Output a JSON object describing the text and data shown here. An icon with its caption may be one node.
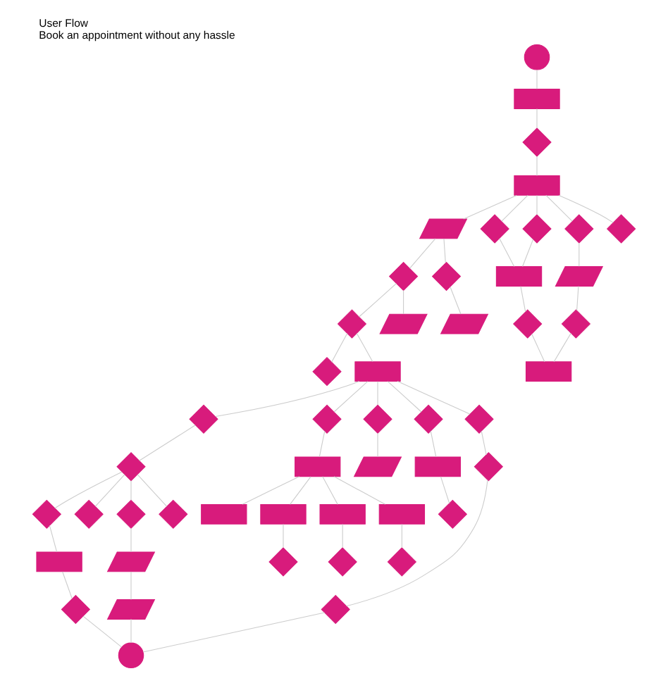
{
  "diagram": {
    "title": "User Flow",
    "caption": "Book an appointment without any hassle",
    "nodes": [
      {
        "text": [],
        "shape": "circle"
      },
      {
        "text": [],
        "shape": "box"
      },
      {
        "text": [],
        "shape": "diamond"
      },
      {
        "text": [],
        "shape": "box"
      },
      {
        "text": [],
        "shape": "parallelogram"
      },
      {
        "text": [],
        "shape": "diamond"
      },
      {
        "text": [],
        "shape": "diamond"
      },
      {
        "text": [],
        "shape": "diamond"
      },
      {
        "text": [],
        "shape": "diamond"
      },
      {
        "text": [],
        "shape": "diamond"
      },
      {
        "text": [],
        "shape": "diamond"
      },
      {
        "text": [],
        "shape": "diamond"
      },
      {
        "text": [],
        "shape": "diamond"
      },
      {
        "text": [],
        "shape": "box"
      },
      {
        "text": [],
        "shape": "parallelogram"
      },
      {
        "text": [],
        "shape": "diamond"
      },
      {
        "text": [],
        "shape": "diamond"
      },
      {
        "text": [],
        "shape": "parallelogram"
      },
      {
        "text": [],
        "shape": "parallelogram"
      },
      {
        "text": [],
        "shape": "box"
      },
      {
        "text": [],
        "shape": "box"
      },
      {
        "text": [],
        "shape": "diamond"
      },
      {
        "text": [],
        "shape": "diamond"
      },
      {
        "text": [],
        "shape": "diamond"
      },
      {
        "text": [],
        "shape": "diamond"
      },
      {
        "text": [],
        "shape": "diamond"
      },
      {
        "text": [],
        "shape": "diamond"
      },
      {
        "text": [],
        "shape": "box"
      },
      {
        "text": [],
        "shape": "parallelogram"
      },
      {
        "text": [],
        "shape": "parallelogram"
      },
      {
        "text": [],
        "shape": "diamond"
      },
      {
        "text": [],
        "shape": "diamond"
      },
      {
        "text": [],
        "shape": "diamond"
      },
      {
        "text": [],
        "shape": "diamond"
      },
      {
        "text": [],
        "shape": "diamond"
      },
      {
        "text": [],
        "shape": "box"
      },
      {
        "text": [],
        "shape": "parallelogram"
      },
      {
        "text": [],
        "shape": "diamond"
      },
      {
        "text": [],
        "shape": "box"
      },
      {
        "text": [],
        "shape": "box"
      },
      {
        "text": [],
        "shape": "box"
      },
      {
        "text": [],
        "shape": "box"
      },
      {
        "text": [],
        "shape": "box"
      },
      {
        "text": [],
        "shape": "diamond"
      },
      {
        "text": [],
        "shape": "diamond"
      },
      {
        "text": [],
        "shape": "diamond"
      },
      {
        "text": [],
        "shape": "diamond"
      },
      {
        "text": [],
        "shape": "diamond"
      },
      {
        "text": [],
        "shape": "circle"
      }
    ],
    "edges": [
      {
        "from": 0,
        "to": 1,
        "arrow": "none"
      },
      {
        "from": 1,
        "to": 2,
        "arrow": "none"
      },
      {
        "from": 2,
        "to": 3,
        "arrow": "none"
      },
      {
        "from": 3,
        "to": 4,
        "arrow": "none"
      },
      {
        "from": 3,
        "to": 5,
        "arrow": "none"
      },
      {
        "from": 3,
        "to": 6,
        "arrow": "none"
      },
      {
        "from": 3,
        "to": 7,
        "arrow": "none"
      },
      {
        "from": 3,
        "to": 8,
        "arrow": "none"
      },
      {
        "from": 4,
        "to": 12,
        "arrow": "none"
      },
      {
        "from": 4,
        "to": 11,
        "arrow": "none"
      },
      {
        "from": 5,
        "to": 13,
        "arrow": "none"
      },
      {
        "from": 6,
        "to": 13,
        "arrow": "none"
      },
      {
        "from": 7,
        "to": 14,
        "arrow": "none"
      },
      {
        "from": 14,
        "to": 16,
        "arrow": "none"
      },
      {
        "from": 13,
        "to": 15,
        "arrow": "none"
      },
      {
        "from": 15,
        "to": 19,
        "arrow": "none"
      },
      {
        "from": 16,
        "to": 19,
        "arrow": "none"
      },
      {
        "from": 11,
        "to": 10,
        "arrow": "none"
      },
      {
        "from": 10,
        "to": 9,
        "arrow": "none"
      },
      {
        "from": 11,
        "to": 17,
        "arrow": "none"
      },
      {
        "from": 12,
        "to": 18,
        "arrow": "none"
      },
      {
        "from": 10,
        "to": 20,
        "arrow": "none"
      },
      {
        "from": 20,
        "to": 21,
        "arrow": "none"
      },
      {
        "from": 20,
        "to": 31,
        "arrow": "none"
      },
      {
        "from": 20,
        "to": 32,
        "arrow": "none"
      },
      {
        "from": 20,
        "to": 33,
        "arrow": "none"
      },
      {
        "from": 20,
        "to": 34,
        "arrow": "none"
      },
      {
        "from": 21,
        "to": 22,
        "arrow": "none"
      },
      {
        "from": 22,
        "to": 23,
        "arrow": "none"
      },
      {
        "from": 22,
        "to": 24,
        "arrow": "none"
      },
      {
        "from": 22,
        "to": 25,
        "arrow": "none"
      },
      {
        "from": 22,
        "to": 26,
        "arrow": "none"
      },
      {
        "from": 23,
        "to": 27,
        "arrow": "none"
      },
      {
        "from": 27,
        "to": 30,
        "arrow": "none"
      },
      {
        "from": 25,
        "to": 28,
        "arrow": "none"
      },
      {
        "from": 28,
        "to": 29,
        "arrow": "none"
      },
      {
        "from": 31,
        "to": 35,
        "arrow": "none"
      },
      {
        "from": 32,
        "to": 36,
        "arrow": "none"
      },
      {
        "from": 35,
        "to": 38,
        "arrow": "none"
      },
      {
        "from": 35,
        "to": 39,
        "arrow": "none"
      },
      {
        "from": 35,
        "to": 40,
        "arrow": "none"
      },
      {
        "from": 35,
        "to": 41,
        "arrow": "none"
      },
      {
        "from": 33,
        "to": 42,
        "arrow": "none"
      },
      {
        "from": 39,
        "to": 44,
        "arrow": "none"
      },
      {
        "from": 40,
        "to": 45,
        "arrow": "none"
      },
      {
        "from": 41,
        "to": 46,
        "arrow": "none"
      },
      {
        "from": 42,
        "to": 47,
        "arrow": "none"
      },
      {
        "from": 34,
        "to": 37,
        "arrow": "none"
      },
      {
        "from": 37,
        "to": 43,
        "arrow": "none"
      },
      {
        "from": 29,
        "to": 48,
        "arrow": "none"
      },
      {
        "from": 30,
        "to": 48,
        "arrow": "none"
      },
      {
        "from": 43,
        "to": 48,
        "arrow": "none"
      }
    ]
  }
}
